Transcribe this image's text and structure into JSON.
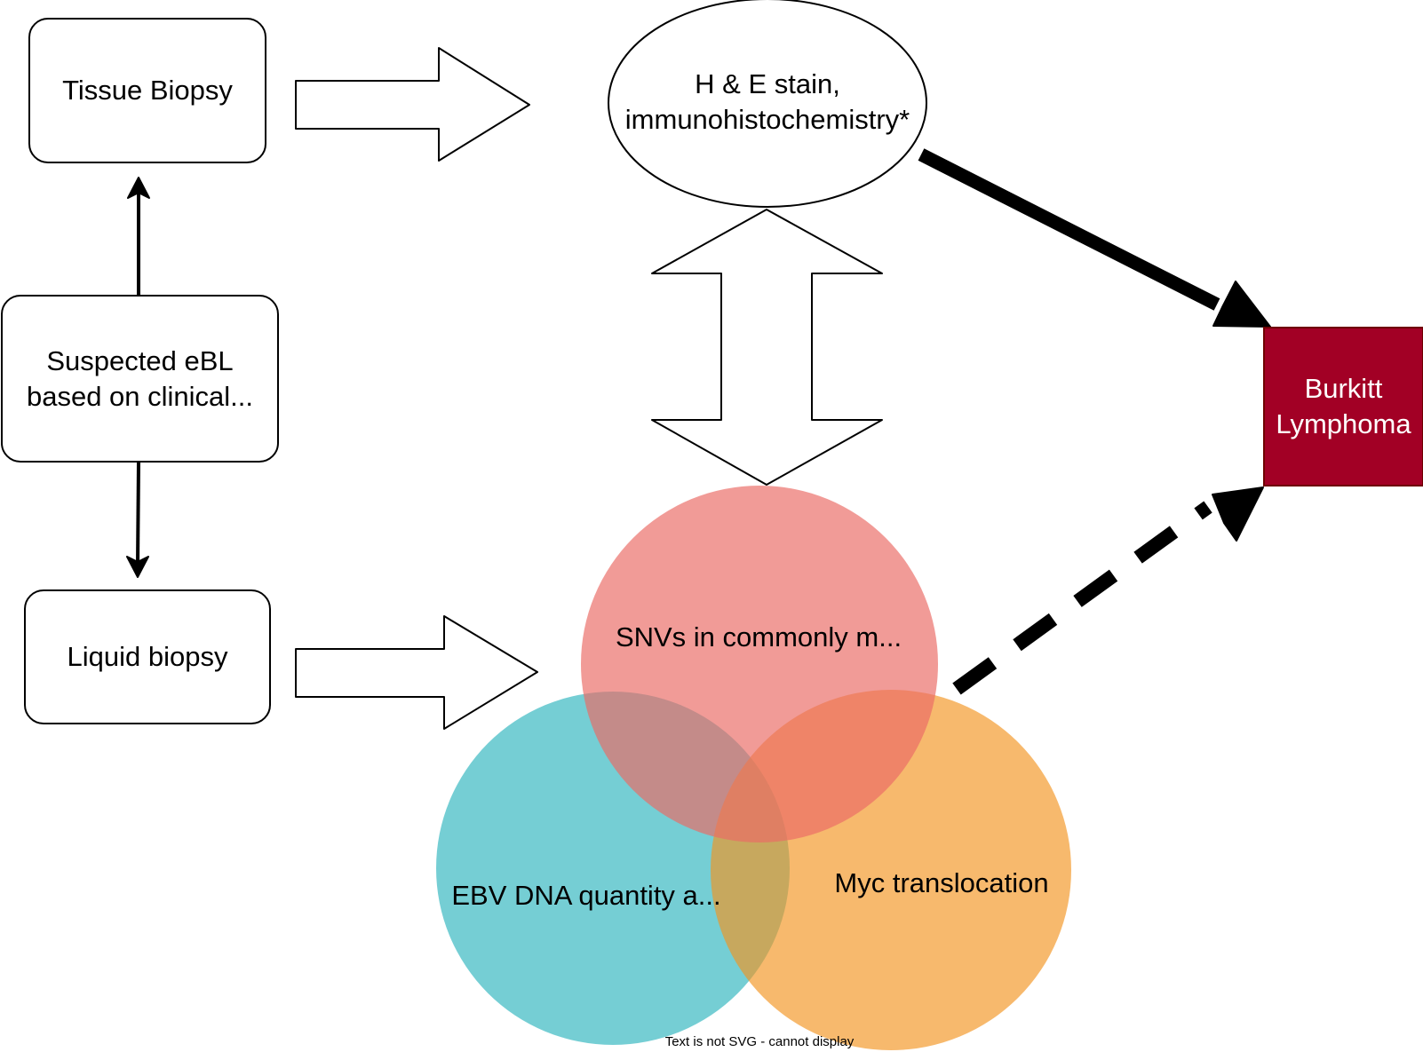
{
  "nodes": {
    "tissue_biopsy": "Tissue Biopsy",
    "suspected_ebl": "Suspected eBL\nbased on clinical...",
    "liquid_biopsy": "Liquid biopsy",
    "he_stain": "H & E stain,\nimmunohistochemistry*",
    "burkitt": "Burkitt\nLymphoma"
  },
  "venn": {
    "snv": "SNVs in commonly m...",
    "ebv": "EBV DNA quantity a...",
    "myc": "Myc translocation"
  },
  "footer_note": "Text is not SVG - cannot display",
  "colors": {
    "snv_circle": "#ea6b66",
    "ebv_circle": "#12aab5",
    "myc_circle": "#f2931e",
    "burkitt_fill": "#a20025",
    "stroke": "#000000"
  }
}
